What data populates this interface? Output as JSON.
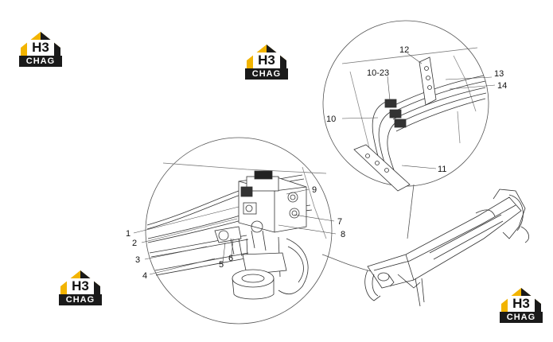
{
  "logo": {
    "monogram": "H3",
    "text": "CHAG",
    "gold_color": "#f2b400",
    "dark_color": "#1a1a1a"
  },
  "callouts": {
    "c1": "1",
    "c2": "2",
    "c3": "3",
    "c4": "4",
    "c5": "5",
    "c6": "6",
    "c7": "7",
    "c8": "8",
    "c9": "9",
    "c10": "10",
    "c10_23": "10-23",
    "c11": "11",
    "c12": "12",
    "c13": "13",
    "c14": "14"
  }
}
